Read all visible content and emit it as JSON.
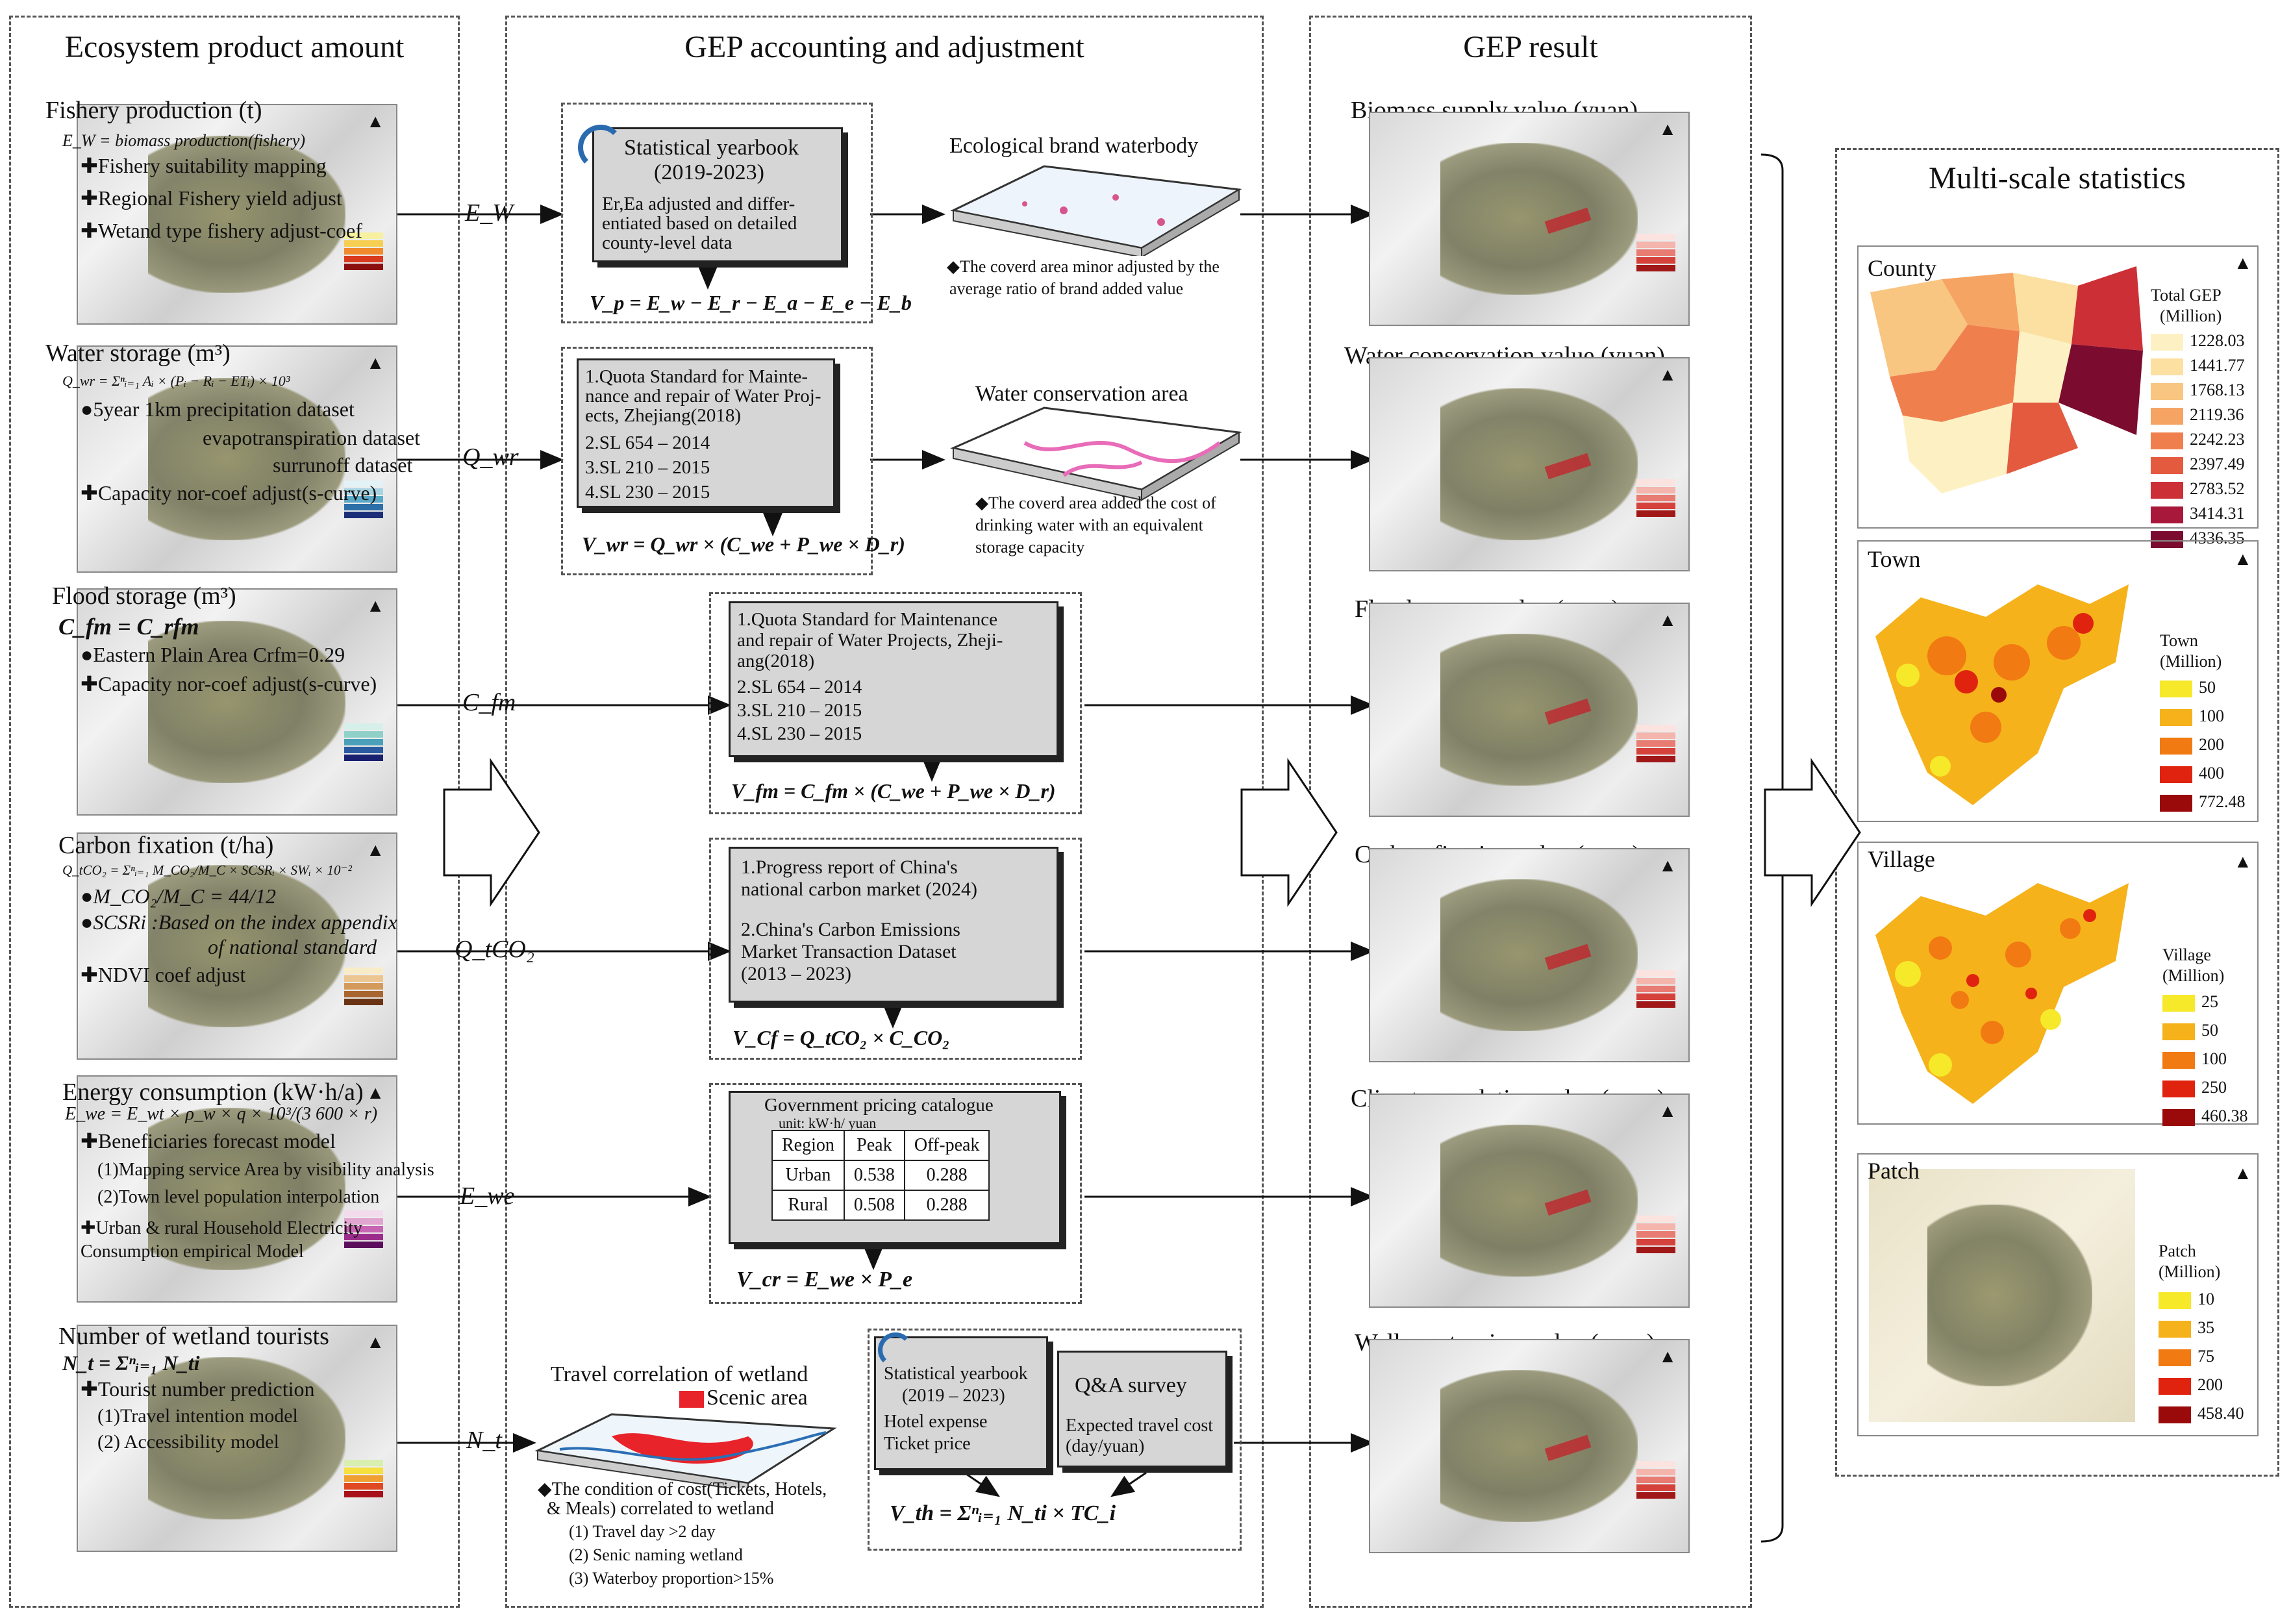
{
  "columns": {
    "amount": "Ecosystem product amount",
    "accounting": "GEP accounting and adjustment",
    "result": "GEP result",
    "stats": "Multi-scale statistics"
  },
  "products": [
    {
      "title": "Fishery production (t)",
      "formula": "E_W = biomass production(fishery)",
      "lines": [
        "✚Fishery suitability mapping",
        "✚Regional Fishery yield adjust",
        "✚Wetand type fishery adjust-coef"
      ],
      "symbol": "E_W"
    },
    {
      "title": "Water storage (m³)",
      "formula": "Q_wr = Σⁿᵢ₌₁ Aᵢ × (Pᵢ − Rᵢ − ETᵢ) × 10³",
      "lines": [
        "●5year 1km precipitation dataset",
        "evapotranspiration dataset",
        "surrunoff  dataset",
        "✚Capacity nor-coef adjust(s-curve)"
      ],
      "symbol": "Q_wr"
    },
    {
      "title": "Flood storage (m³)",
      "formula": "C_fm = C_rfm",
      "lines": [
        "●Eastern Plain Area  Crfm=0.29",
        "✚Capacity nor-coef adjust(s-curve)"
      ],
      "symbol": "C_fm"
    },
    {
      "title": "Carbon fixation (t/ha)",
      "formula": "Q_tCO₂ = Σⁿᵢ₌₁ M_CO₂/M_C × SCSRᵢ × SWᵢ × 10⁻²",
      "lines": [
        "●M_CO₂/M_C = 44/12",
        "●SCSRi :Based on the index appendix",
        "of national standard",
        "✚NDVI coef adjust"
      ],
      "symbol": "Q_tCO₂"
    },
    {
      "title": "Energy consumption (kW·h/a)",
      "formula": "E_we = E_wt × ρ_w × q × 10³/(3 600 × r)",
      "lines": [
        "✚Beneficiaries forecast  model",
        "(1)Mapping service Area by visibility analysis",
        "(2)Town level population interpolation",
        "✚Urban & rural Household Electricity",
        "Consumption empirical Model"
      ],
      "symbol": "E_we"
    },
    {
      "title": "Number of wetland tourists",
      "formula": "N_t = Σⁿᵢ₌₁ N_ti",
      "lines": [
        "✚Tourist number prediction",
        "(1)Travel intention model",
        "(2) Accessibility model"
      ],
      "symbol": "N_t"
    }
  ],
  "accounting": {
    "fishery": {
      "doc_lines": [
        "Statistical yearbook",
        "(2019-2023)",
        "Er,Ea adjusted and differ-",
        "entiated based on detailed",
        "county-level data"
      ],
      "eq": "V_p = E_w − E_r − E_a − E_e − E_b",
      "area_title": "Ecological brand waterbody",
      "area_note": [
        "◆The coverd area minor adjusted by the",
        "average ratio of brand added value"
      ]
    },
    "water": {
      "doc_lines": [
        "1.Quota Standard for Mainte-",
        "nance and repair of Water Proj-",
        "ects, Zhejiang(2018)",
        "2.SL 654 – 2014",
        "3.SL 210 – 2015",
        "4.SL 230 – 2015"
      ],
      "eq": "V_wr = Q_wr × (C_we + P_we × D_r)",
      "area_title": "Water conservation area",
      "area_note": [
        "◆The coverd area added the cost of",
        "drinking water with an equivalent",
        "storage capacity"
      ]
    },
    "flood": {
      "doc_lines": [
        "1.Quota Standard for Maintenance",
        "and repair of Water Projects, Zheji-",
        "ang(2018)",
        "2.SL 654 – 2014",
        "3.SL 210 – 2015",
        "4.SL 230 – 2015"
      ],
      "eq": "V_fm = C_fm × (C_we + P_we × D_r)"
    },
    "carbon": {
      "doc_lines": [
        "1.Progress  report  of  China's",
        "national carbon market (2024)",
        "",
        "2.China's  Carbon  Emissions",
        "Market   Transaction   Dataset",
        "(2013 – 2023)"
      ],
      "eq": "V_Cf = Q_tCO₂ × C_CO₂"
    },
    "energy": {
      "doc_title": "Government pricing catalogue",
      "unit": "unit: kW·h/ yuan",
      "headers": [
        "Region",
        "Peak",
        "Off-peak"
      ],
      "rows": [
        [
          "Urban",
          "0.538",
          "0.288"
        ],
        [
          "Rural",
          "0.508",
          "0.288"
        ]
      ],
      "eq": "V_cr = E_we × P_e"
    },
    "tourism": {
      "area_title": "Travel correlation of wetland",
      "scenic": "Scenic area",
      "area_note": [
        "◆The condition of cost(Tickets, Hotels,",
        "& Meals) correlated to wetland",
        "(1) Travel day >2 day",
        "(2) Senic naming wetland",
        "(3) Waterboy proportion>15%"
      ],
      "doc1": [
        "Statistical yearbook",
        "(2019 – 2023)",
        "Hotel expense",
        "Ticket price"
      ],
      "doc2_title": "Q&A survey",
      "doc2": [
        "Expected travel cost",
        "(day/yuan)"
      ],
      "eq": "V_th = Σⁿᵢ₌₁ N_ti × TC_i"
    }
  },
  "results": [
    "Biomass supply value (yuan)",
    "Water conservation value (yuan)",
    "Flood storage value (yuan)",
    "Carbon fixation value (yuan)",
    "Climate regulation value (yuan)",
    "Wellness tourism value (yuan)"
  ],
  "stats": [
    {
      "label": "County",
      "legend_title": [
        "Total GEP",
        "(Million)"
      ],
      "values": [
        "1228.03",
        "1441.77",
        "1768.13",
        "2119.36",
        "2242.23",
        "2397.49",
        "2783.52",
        "3414.31",
        "4336.35"
      ],
      "colors": [
        "#fdf1c4",
        "#fbe0a2",
        "#f8c681",
        "#f5a463",
        "#f07f4e",
        "#e35a3f",
        "#cc2f35",
        "#a8183a",
        "#7b0c2f"
      ]
    },
    {
      "label": "Town",
      "legend_title": [
        "Town",
        "(Million)"
      ],
      "values": [
        "50",
        "100",
        "200",
        "400",
        "772.48"
      ],
      "colors": [
        "#f6e92a",
        "#f5b21b",
        "#f27a12",
        "#e0230f",
        "#9b0a0a"
      ]
    },
    {
      "label": "Village",
      "legend_title": [
        "Village",
        "(Million)"
      ],
      "values": [
        "25",
        "50",
        "100",
        "250",
        "460.38"
      ],
      "colors": [
        "#f6e92a",
        "#f5b21b",
        "#f27a12",
        "#e0230f",
        "#9b0a0a"
      ]
    },
    {
      "label": "Patch",
      "legend_title": [
        "Patch",
        "(Million)"
      ],
      "values": [
        "10",
        "35",
        "75",
        "200",
        "458.40"
      ],
      "colors": [
        "#f6e92a",
        "#f5b21b",
        "#f27a12",
        "#e0230f",
        "#9b0a0a"
      ]
    }
  ]
}
